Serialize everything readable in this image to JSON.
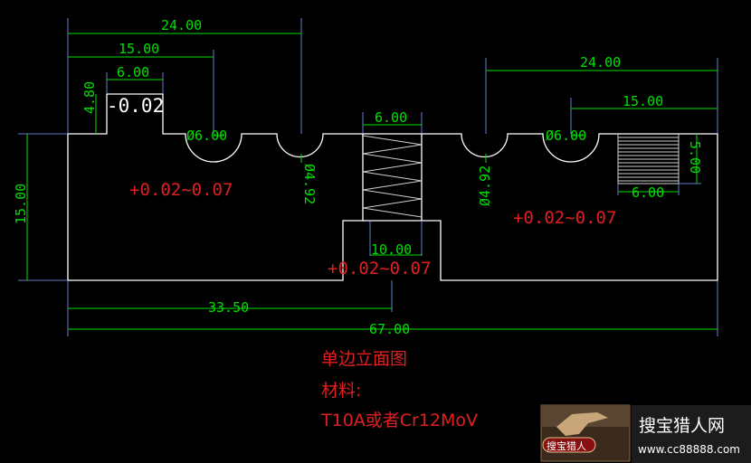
{
  "dimensions": {
    "top_24_left": "24.00",
    "top_15_left": "15.00",
    "top_6_left": "6.00",
    "v_480": "4.80",
    "diam_6_left": "Ø6.00",
    "diam_492_left": "Ø4.92",
    "center_6": "6.00",
    "top_24_right": "24.00",
    "top_15_right": "15.00",
    "diam_6_right": "Ø6.00",
    "diam_492_right": "Ø4.92",
    "v_500": "5.00",
    "bottom_6_right": "6.00",
    "v_1500": "15.00",
    "w_1000": "10.00",
    "w_3350": "33.50",
    "w_6700": "67.00"
  },
  "tolerances": {
    "box_minus": "-0.02",
    "left": "+0.02~0.07",
    "right": "+0.02~0.07",
    "center": "+0.02~0.07"
  },
  "notes": {
    "title": "单边立面图",
    "material_label": "材料:",
    "material": "T10A或者Cr12MoV"
  },
  "watermark": {
    "badge": "搜宝猎人",
    "name": "搜宝猎人网",
    "url": "www.cc88888.com"
  },
  "colors": {
    "background": "#000000",
    "outline": "#ffffff",
    "dimension": "#00e000",
    "extension_line": "#7f9fff",
    "annotation": "#e02020"
  }
}
